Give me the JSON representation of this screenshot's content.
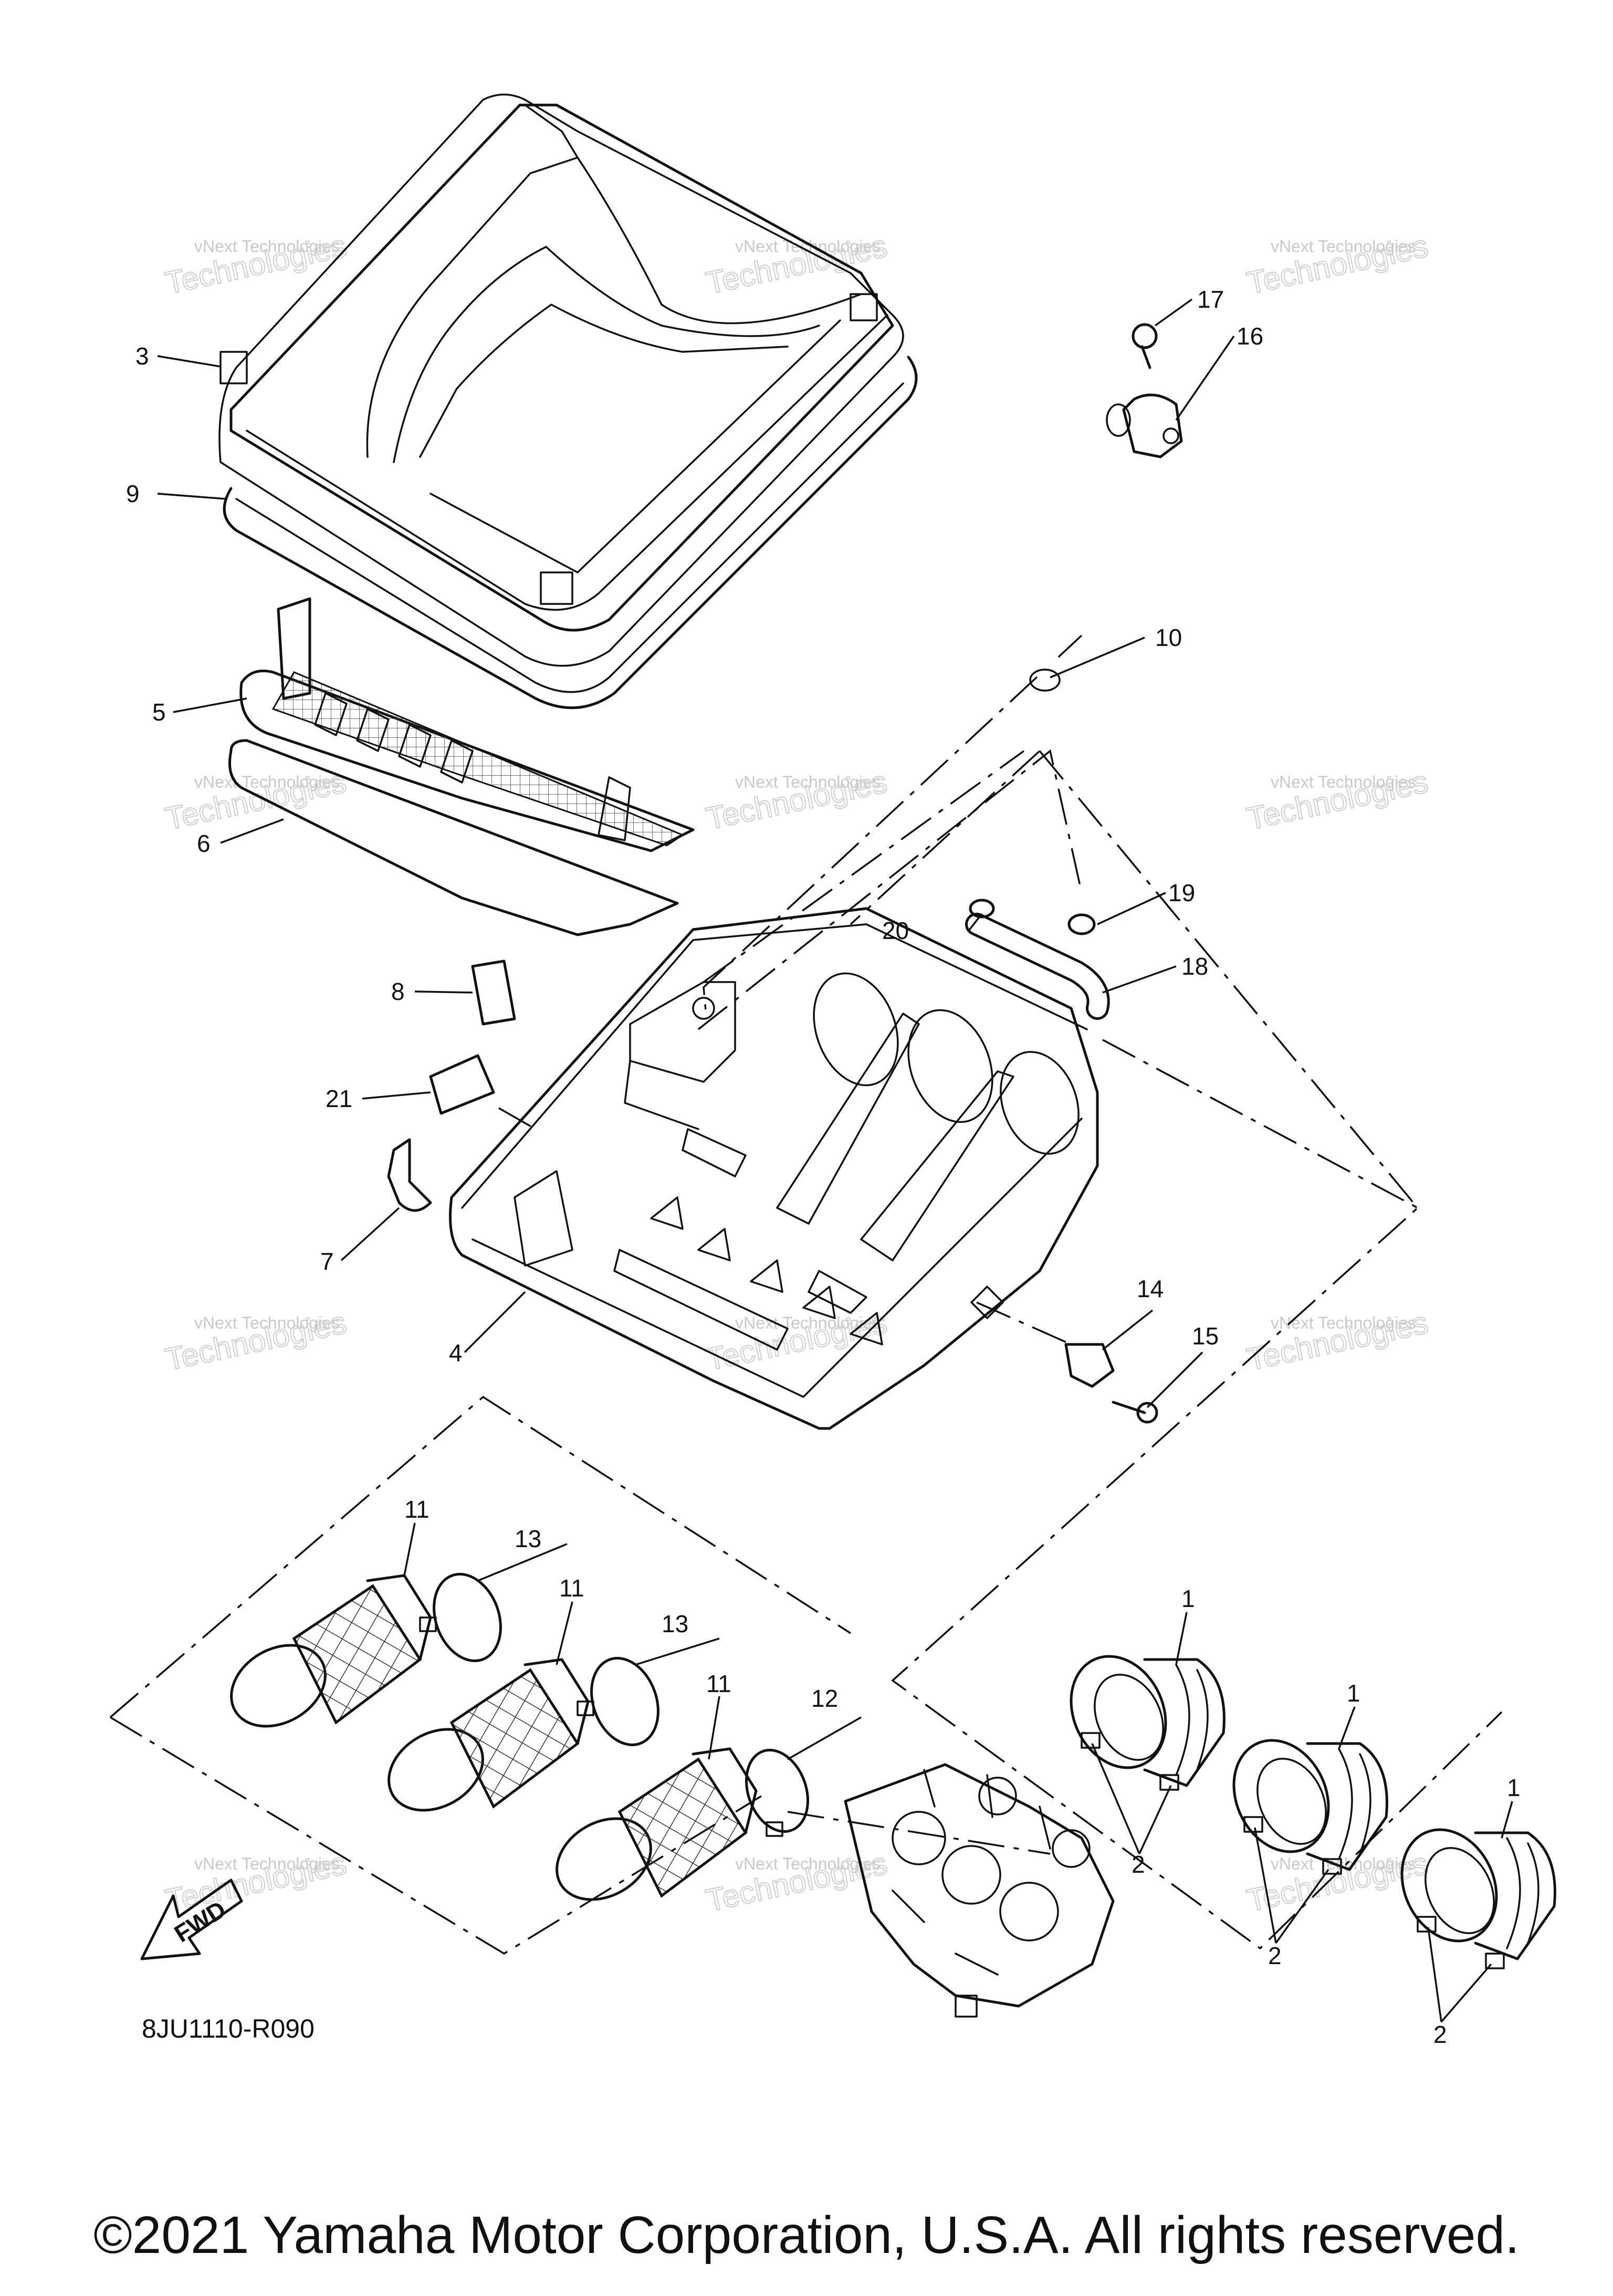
{
  "diagram": {
    "callouts": {
      "c1a": "1",
      "c1b": "1",
      "c1c": "1",
      "c2a": "2",
      "c2b": "2",
      "c2c": "2",
      "c3": "3",
      "c4": "4",
      "c5": "5",
      "c6": "6",
      "c7": "7",
      "c8": "8",
      "c9": "9",
      "c10": "10",
      "c11a": "11",
      "c11b": "11",
      "c11c": "11",
      "c12": "12",
      "c13a": "13",
      "c13b": "13",
      "c14": "14",
      "c15": "15",
      "c16": "16",
      "c17": "17",
      "c18": "18",
      "c19": "19",
      "c20": "20",
      "c21": "21"
    },
    "diagram_code": "8JU1110-R090",
    "fwd_label": "FWD",
    "watermark": {
      "line1": "vNext Technologies",
      "line2": "Technologies"
    }
  },
  "footer": {
    "copyright": "©2021 Yamaha Motor Corporation, U.S.A. All rights reserved."
  }
}
